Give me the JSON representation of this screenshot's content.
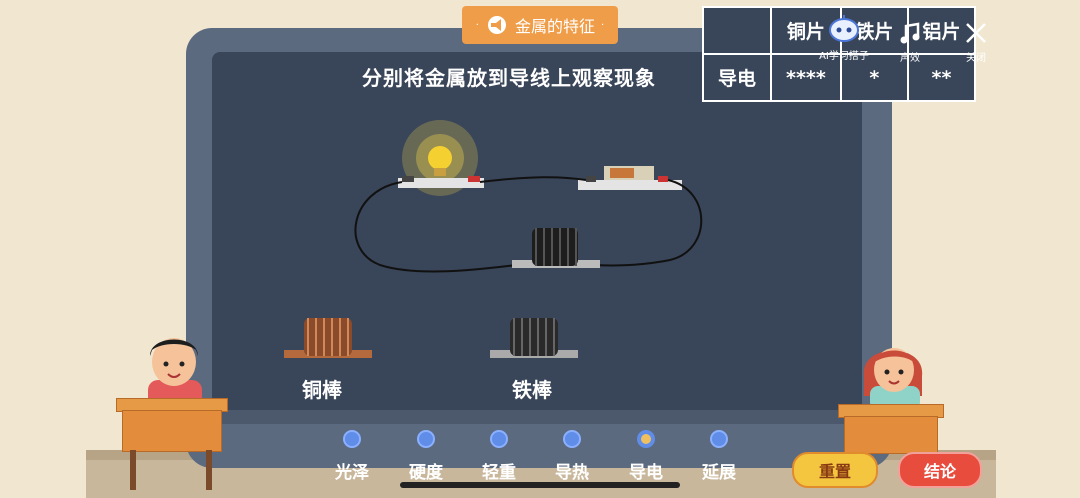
{
  "title_tag": {
    "text": "金属的特征",
    "dot_left": "·",
    "dot_right": "·"
  },
  "instruction": "分别将金属放到导线上观察现象",
  "result_table": {
    "headers": [
      "铜片",
      "铁片",
      "铝片"
    ],
    "row_label": "导电",
    "values": [
      "****",
      "*",
      "**"
    ]
  },
  "overlay": {
    "assistant_label": "AI学习搭子",
    "sound_label": "声效",
    "close_label": "关闭"
  },
  "rods": {
    "copper": "铜棒",
    "iron": "铁棒"
  },
  "tabs": [
    {
      "label": "光泽",
      "active": false
    },
    {
      "label": "硬度",
      "active": false
    },
    {
      "label": "轻重",
      "active": false
    },
    {
      "label": "导热",
      "active": false
    },
    {
      "label": "导电",
      "active": true
    },
    {
      "label": "延展",
      "active": false
    }
  ],
  "buttons": {
    "reset": "重置",
    "conclusion": "结论"
  },
  "colors": {
    "background": "#f1e6d0",
    "board_frame": "#5c6a80",
    "board_surface": "#394558",
    "title_tag": "#ef9d48",
    "tab_dot": "#5f8de8",
    "reset_button": "#f4c640",
    "conclusion_button": "#e84c3d",
    "copper": "#8b4a2a",
    "iron": "#2a2a2a",
    "bulb_glow": "#f6d84a"
  }
}
